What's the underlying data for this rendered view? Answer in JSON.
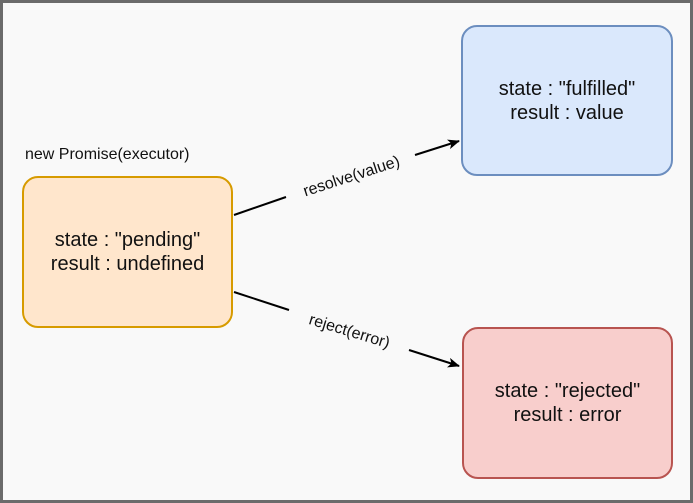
{
  "diagram": {
    "caption": "new Promise(executor)",
    "nodes": {
      "pending": {
        "state": "state : \"pending\"",
        "result": "result : undefined",
        "fill": "#ffe6cc",
        "stroke": "#d79b00"
      },
      "fulfilled": {
        "state": "state : \"fulfilled\"",
        "result": "result : value",
        "fill": "#dae8fc",
        "stroke": "#6c8ebf"
      },
      "rejected": {
        "state": "state : \"rejected\"",
        "result": "result : error",
        "fill": "#f8cecc",
        "stroke": "#b85450"
      }
    },
    "edges": {
      "resolve": {
        "label": "resolve(value)",
        "from": "pending",
        "to": "fulfilled"
      },
      "reject": {
        "label": "reject(error)",
        "from": "pending",
        "to": "rejected"
      }
    }
  }
}
